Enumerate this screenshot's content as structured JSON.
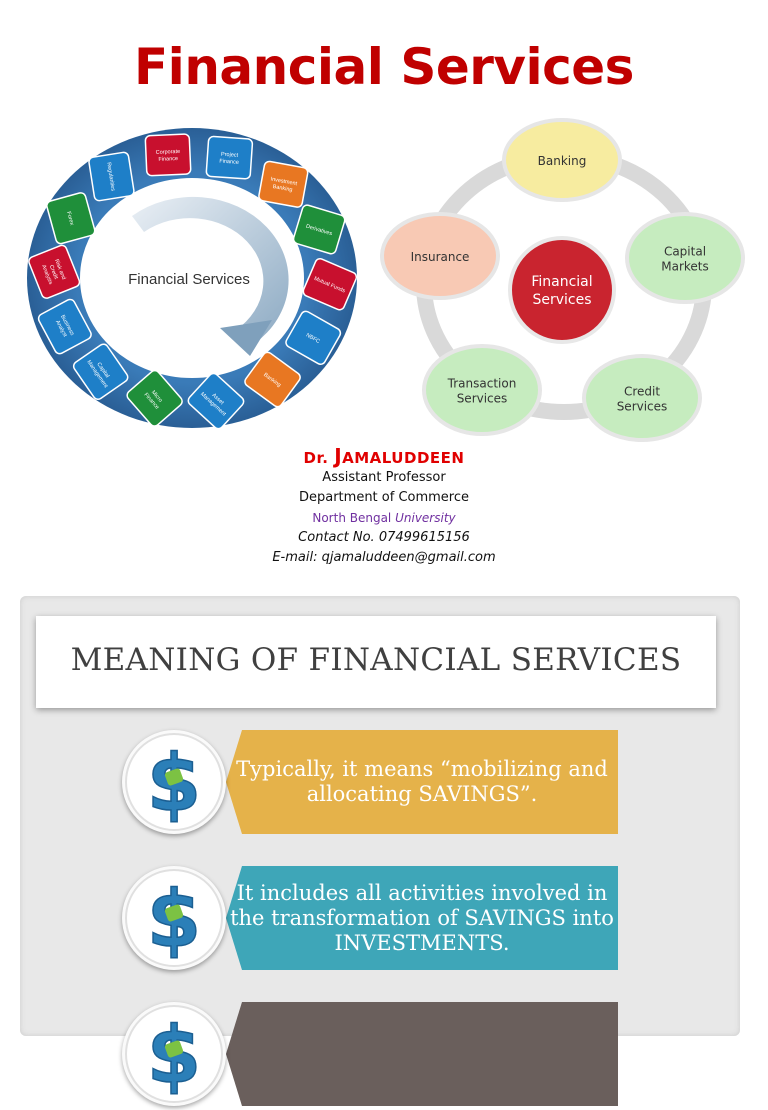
{
  "title": "Financial Services",
  "wheel": {
    "center_label": "Financial Services",
    "segments": [
      {
        "label": "Corporate Finance",
        "color": "#c8102e"
      },
      {
        "label": "Project Finance",
        "color": "#1e7fc8"
      },
      {
        "label": "Investment Banking",
        "color": "#e87722"
      },
      {
        "label": "Derivatives",
        "color": "#1f8f3a"
      },
      {
        "label": "Mutual Funds",
        "color": "#c8102e"
      },
      {
        "label": "NBFC",
        "color": "#1e7fc8"
      },
      {
        "label": "Banking",
        "color": "#e87722"
      },
      {
        "label": "Asset Management",
        "color": "#1e7fc8"
      },
      {
        "label": "Micro Finance",
        "color": "#1f8f3a"
      },
      {
        "label": "Capital Management",
        "color": "#1e7fc8"
      },
      {
        "label": "Business Analyst",
        "color": "#1e7fc8"
      },
      {
        "label": "Risk and Credit Analysis",
        "color": "#c8102e"
      },
      {
        "label": "Forex",
        "color": "#1f8f3a"
      },
      {
        "label": "Regularities",
        "color": "#1e7fc8"
      }
    ]
  },
  "cycle": {
    "center_label": [
      "Financial",
      "Services"
    ],
    "nodes": [
      {
        "label": [
          "Banking"
        ],
        "fill": "#f7eca0"
      },
      {
        "label": [
          "Capital",
          "Markets"
        ],
        "fill": "#c6ecbf"
      },
      {
        "label": [
          "Credit",
          "Services"
        ],
        "fill": "#c6ecbf"
      },
      {
        "label": [
          "Transaction",
          "Services"
        ],
        "fill": "#c6ecbf"
      },
      {
        "label": [
          "Insurance"
        ],
        "fill": "#f8c9b4"
      }
    ]
  },
  "author": {
    "prefix": "Dr. ",
    "initial": "J",
    "name_rest": "AMALUDDEEN",
    "role": "Assistant Professor",
    "department": "Department of Commerce",
    "university": "North Bengal",
    "university_suffix": "University",
    "contact": "Contact No. 07499615156",
    "email": "E-mail: qjamaluddeen@gmail.com"
  },
  "slide2": {
    "title": "MEANING OF FINANCIAL SERVICES",
    "bullets": [
      {
        "text": "Typically, it means “mobilizing and allocating SAVINGS”.",
        "color": "#e5b24a"
      },
      {
        "text": "It includes all activities involved in the transformation of SAVINGS into INVESTMENTS.",
        "color": "#3ea6b8"
      },
      {
        "text": "",
        "color": "#6a5f5c"
      }
    ]
  }
}
